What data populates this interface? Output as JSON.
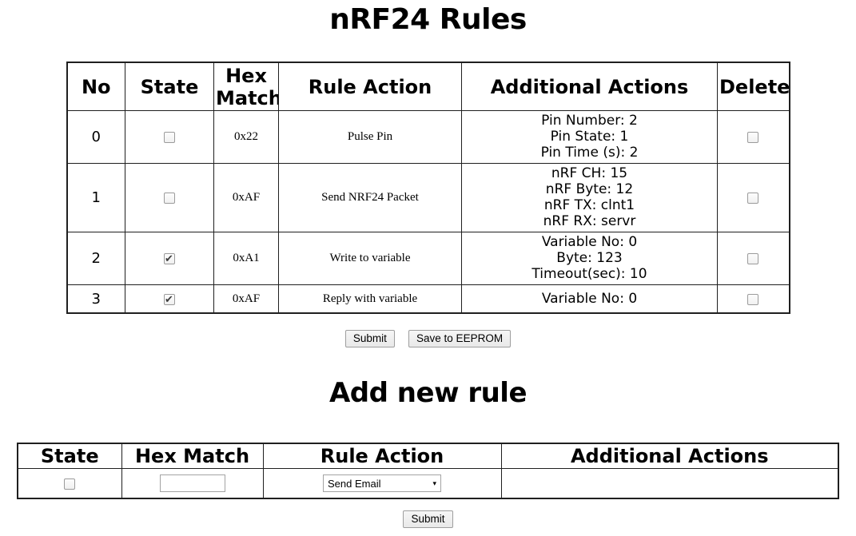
{
  "page": {
    "title": "nRF24 Rules",
    "add_heading": "Add new rule"
  },
  "rules_table": {
    "headers": [
      "No",
      "State",
      "Hex Match",
      "Rule Action",
      "Additional Actions",
      "Delete"
    ],
    "rows": [
      {
        "no": "0",
        "state_checked": false,
        "hex": "0x22",
        "action": "Pulse Pin",
        "additional": [
          "Pin Number: 2",
          "Pin State: 1",
          "Pin Time (s): 2"
        ],
        "delete_checked": false
      },
      {
        "no": "1",
        "state_checked": false,
        "hex": "0xAF",
        "action": "Send NRF24 Packet",
        "additional": [
          "nRF CH: 15",
          "nRF Byte: 12",
          "nRF TX: clnt1",
          "nRF RX: servr"
        ],
        "delete_checked": false
      },
      {
        "no": "2",
        "state_checked": true,
        "hex": "0xA1",
        "action": "Write to variable",
        "additional": [
          "Variable No: 0",
          "Byte: 123",
          "Timeout(sec): 10"
        ],
        "delete_checked": false
      },
      {
        "no": "3",
        "state_checked": true,
        "hex": "0xAF",
        "action": "Reply with variable",
        "additional": [
          "Variable No: 0"
        ],
        "delete_checked": false
      }
    ]
  },
  "buttons": {
    "submit": "Submit",
    "save_eeprom": "Save to EEPROM",
    "add_submit": "Submit"
  },
  "add_table": {
    "headers": [
      "State",
      "Hex Match",
      "Rule Action",
      "Additional Actions"
    ],
    "row": {
      "state_checked": false,
      "hex_value": "",
      "action_selected": "Send Email"
    }
  },
  "icons": {
    "select_arrow": "▾"
  }
}
